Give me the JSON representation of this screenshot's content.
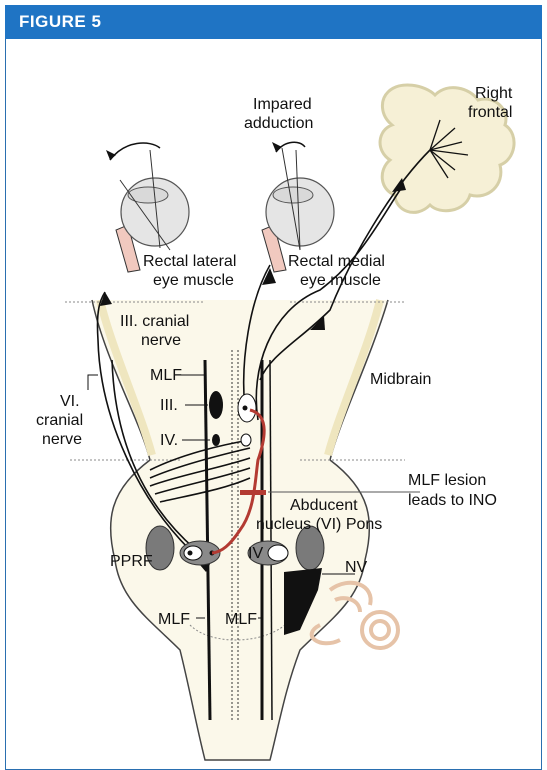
{
  "figure_label": "FIGURE 5",
  "labels": {
    "impaired_line1": "Impared",
    "impaired_line2": "adduction",
    "right_frontal_line1": "Right",
    "right_frontal_line2": "frontal",
    "rectal_lateral_line1": "Rectal lateral",
    "rectal_lateral_line2": "eye muscle",
    "rectal_medial_line1": "Rectal medial",
    "rectal_medial_line2": "eye muscle",
    "cn3_line1": "III. cranial",
    "cn3_line2": "nerve",
    "midbrain": "Midbrain",
    "mlf_top": "MLF",
    "iii": "III.",
    "iv": "IV.",
    "vi_line1": "VI.",
    "vi_line2": "cranial",
    "vi_line3": "nerve",
    "mlf_lesion_line1": "MLF lesion",
    "mlf_lesion_line2": "leads to INO",
    "abducent_line1": "Abducent",
    "abducent_line2": "nucleus (VI) Pons",
    "pprf": "PPRF",
    "iv_small": "IV",
    "nv": "NV",
    "mlf_left": "MLF",
    "mlf_right": "MLF"
  },
  "colors": {
    "header": "#1f74c4",
    "brainstem_fill": "#f4f0dc",
    "lesion_red": "#b33a32",
    "ear": "#e6c3a8",
    "nucleus_gray": "#7a7a7a"
  }
}
